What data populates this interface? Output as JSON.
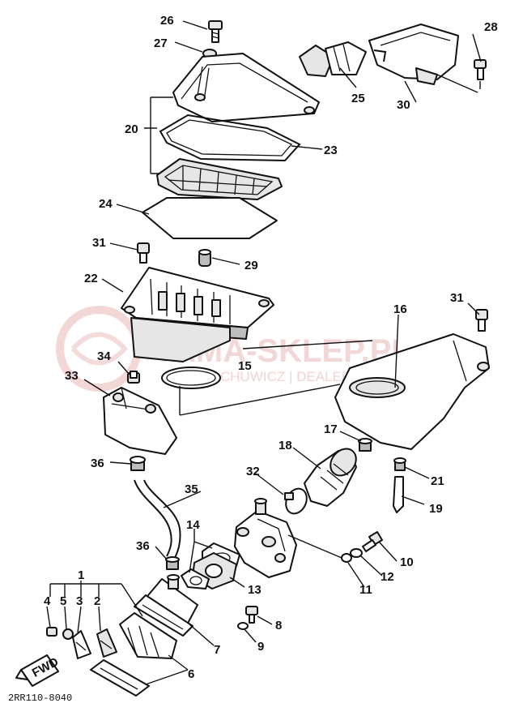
{
  "watermark": {
    "brand": "YAMA-SKLEP.PL",
    "subtitle": "CHUWICZ | DEALER YAMAHA",
    "color": "#e9b7b7"
  },
  "diagram_code": "2RR110-8040",
  "fwd_label": "FWD",
  "callouts": {
    "p1": "1",
    "p2": "2",
    "p3": "3",
    "p4": "4",
    "p5": "5",
    "p6": "6",
    "p7": "7",
    "p8": "8",
    "p9": "9",
    "p10": "10",
    "p11": "11",
    "p12": "12",
    "p13": "13",
    "p14": "14",
    "p15": "15",
    "p16": "16",
    "p17": "17",
    "p18": "18",
    "p19": "19",
    "p20": "20",
    "p21": "21",
    "p22": "22",
    "p23": "23",
    "p24": "24",
    "p25": "25",
    "p26": "26",
    "p27": "27",
    "p28": "28",
    "p29": "29",
    "p30": "30",
    "p31a": "31",
    "p31b": "31",
    "p32": "32",
    "p33": "33",
    "p34": "34",
    "p35": "35",
    "p36a": "36",
    "p36b": "36"
  }
}
